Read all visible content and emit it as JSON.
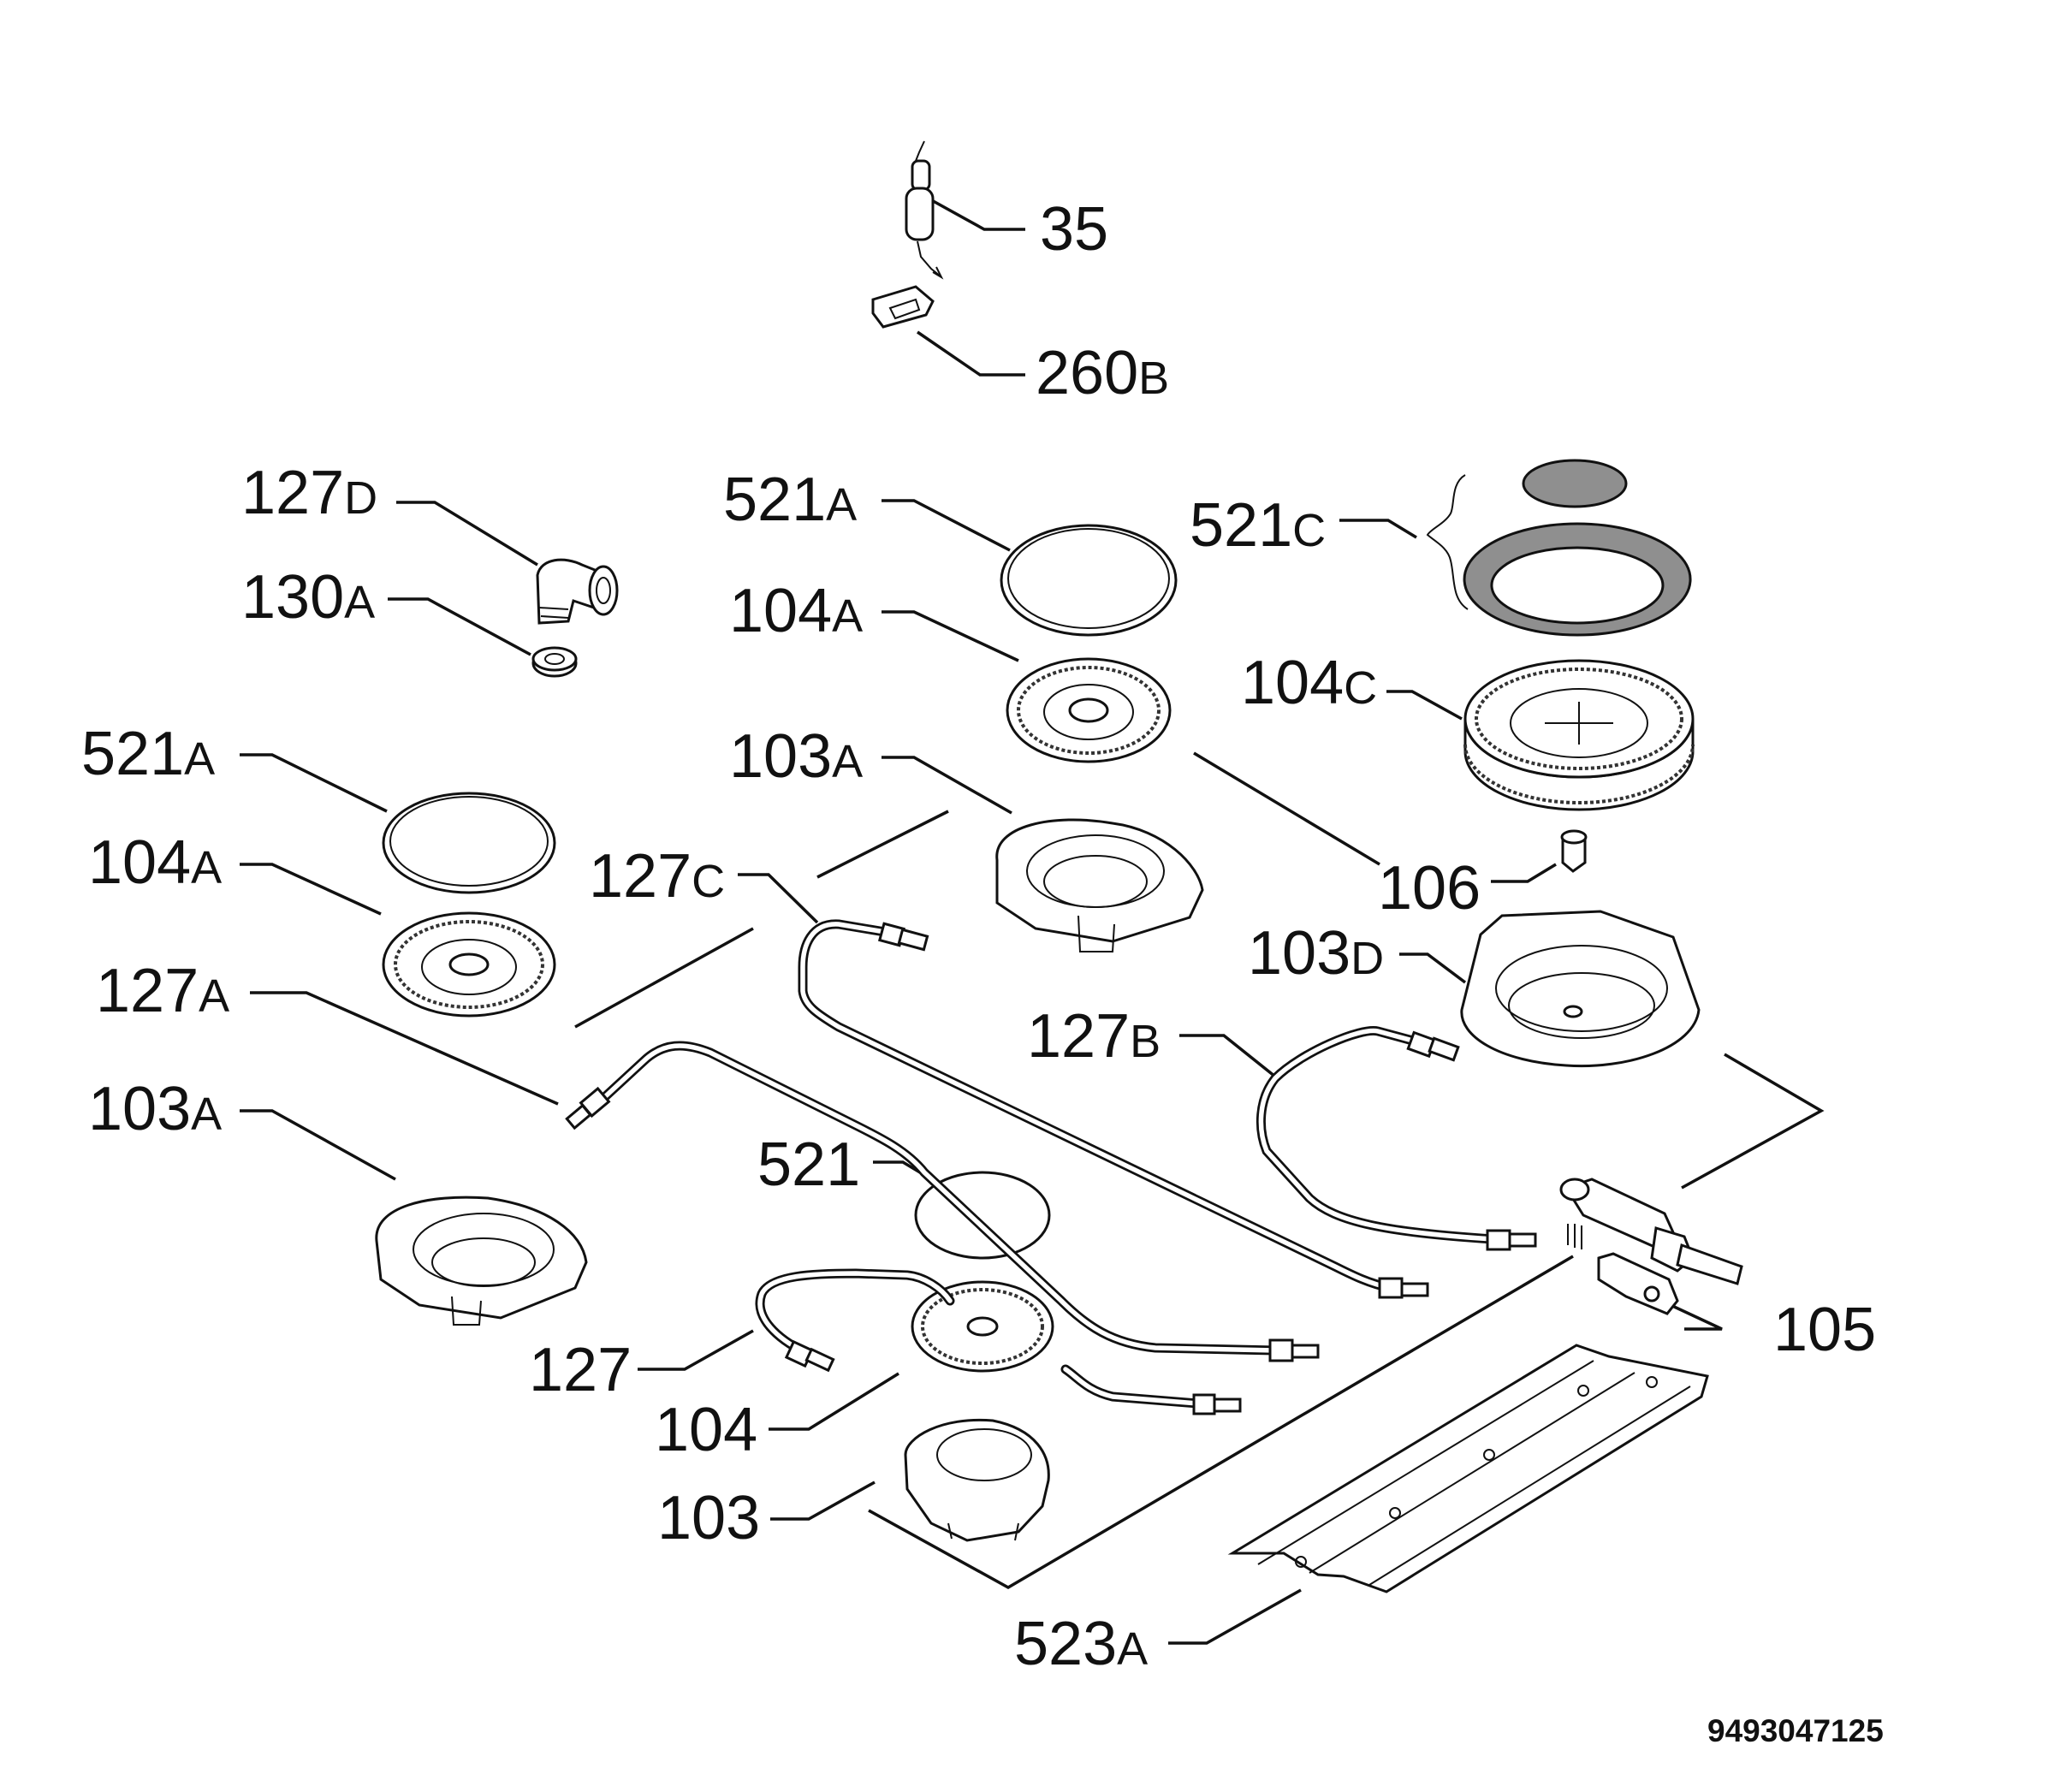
{
  "labels": [
    {
      "id": "35",
      "num": "35",
      "suffix": ""
    },
    {
      "id": "260b",
      "num": "260",
      "suffix": "B"
    },
    {
      "id": "127d",
      "num": "127",
      "suffix": "D"
    },
    {
      "id": "130a",
      "num": "130",
      "suffix": "A"
    },
    {
      "id": "521a-top",
      "num": "521",
      "suffix": "A"
    },
    {
      "id": "521c",
      "num": "521",
      "suffix": "C"
    },
    {
      "id": "104a-top",
      "num": "104",
      "suffix": "A"
    },
    {
      "id": "104c",
      "num": "104",
      "suffix": "C"
    },
    {
      "id": "521a-left",
      "num": "521",
      "suffix": "A"
    },
    {
      "id": "103a-top",
      "num": "103",
      "suffix": "A"
    },
    {
      "id": "104a-left",
      "num": "104",
      "suffix": "A"
    },
    {
      "id": "127c",
      "num": "127",
      "suffix": "C"
    },
    {
      "id": "106",
      "num": "106",
      "suffix": ""
    },
    {
      "id": "103d",
      "num": "103",
      "suffix": "D"
    },
    {
      "id": "127a",
      "num": "127",
      "suffix": "A"
    },
    {
      "id": "127b",
      "num": "127",
      "suffix": "B"
    },
    {
      "id": "103a-left",
      "num": "103",
      "suffix": "A"
    },
    {
      "id": "521",
      "num": "521",
      "suffix": ""
    },
    {
      "id": "105",
      "num": "105",
      "suffix": ""
    },
    {
      "id": "127",
      "num": "127",
      "suffix": ""
    },
    {
      "id": "104",
      "num": "104",
      "suffix": ""
    },
    {
      "id": "103",
      "num": "103",
      "suffix": ""
    },
    {
      "id": "523a",
      "num": "523",
      "suffix": "A"
    }
  ],
  "document_number": "9493047125"
}
